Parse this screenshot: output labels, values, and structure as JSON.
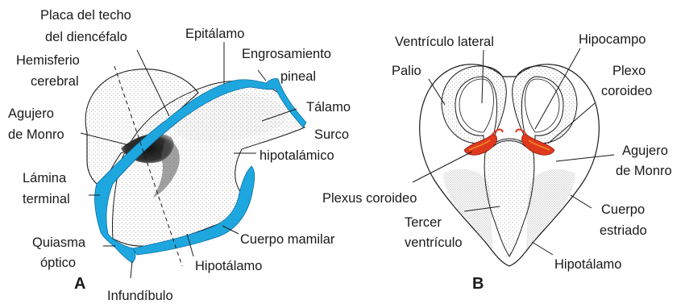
{
  "colors": {
    "outline": "#1a1a1a",
    "roof_plate": "#1ea7df",
    "choroid_plexus": "#e03a1e",
    "choroid_plexus_light": "#f08a2a",
    "stipple": "#8a8a8a"
  },
  "panel_a": {
    "letter": "A",
    "labels": {
      "roof_plate_l1": "Placa del techo",
      "roof_plate_l2": "del diencéfalo",
      "epithalamus": "Epitálamo",
      "pineal_l1": "Engrosamiento",
      "pineal_l2": "pineal",
      "hemisphere_l1": "Hemisferio",
      "hemisphere_l2": "cerebral",
      "thalamus": "Tálamo",
      "foramen_l1": "Agujero",
      "foramen_l2": "de Monro",
      "sulcus_l1": "Surco",
      "sulcus_l2": "hipotalámico",
      "lamina_l1": "Lámina",
      "lamina_l2": "terminal",
      "mammillary": "Cuerpo mamilar",
      "chiasm_l1": "Quiasma",
      "chiasm_l2": "óptico",
      "hypothalamus": "Hipotálamo",
      "infundibulum": "Infundíbulo"
    }
  },
  "panel_b": {
    "letter": "B",
    "labels": {
      "lateral_ventricle": "Ventrículo lateral",
      "hippocampus": "Hipocampo",
      "pallium": "Palio",
      "plexus_l1": "Plexo",
      "plexus_l2": "coroideo",
      "foramen_l1": "Agujero",
      "foramen_l2": "de Monro",
      "plexus_coroideo": "Plexus coroideo",
      "third_ventricle_l1": "Tercer",
      "third_ventricle_l2": "ventrículo",
      "striatum_l1": "Cuerpo",
      "striatum_l2": "estriado",
      "hypothalamus": "Hipotálamo"
    }
  }
}
